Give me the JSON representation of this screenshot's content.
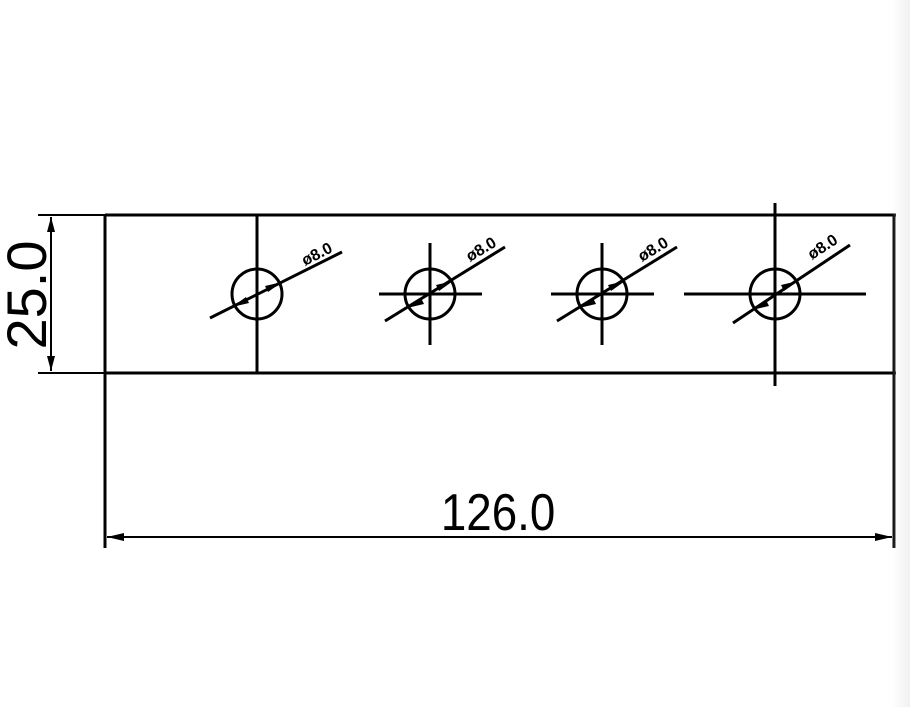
{
  "drawing": {
    "overall_width_label": "126.0",
    "overall_height_label": "25.0",
    "holes": [
      {
        "label": "ø8.0"
      },
      {
        "label": "ø8.0"
      },
      {
        "label": "ø8.0"
      },
      {
        "label": "ø8.0"
      }
    ]
  }
}
